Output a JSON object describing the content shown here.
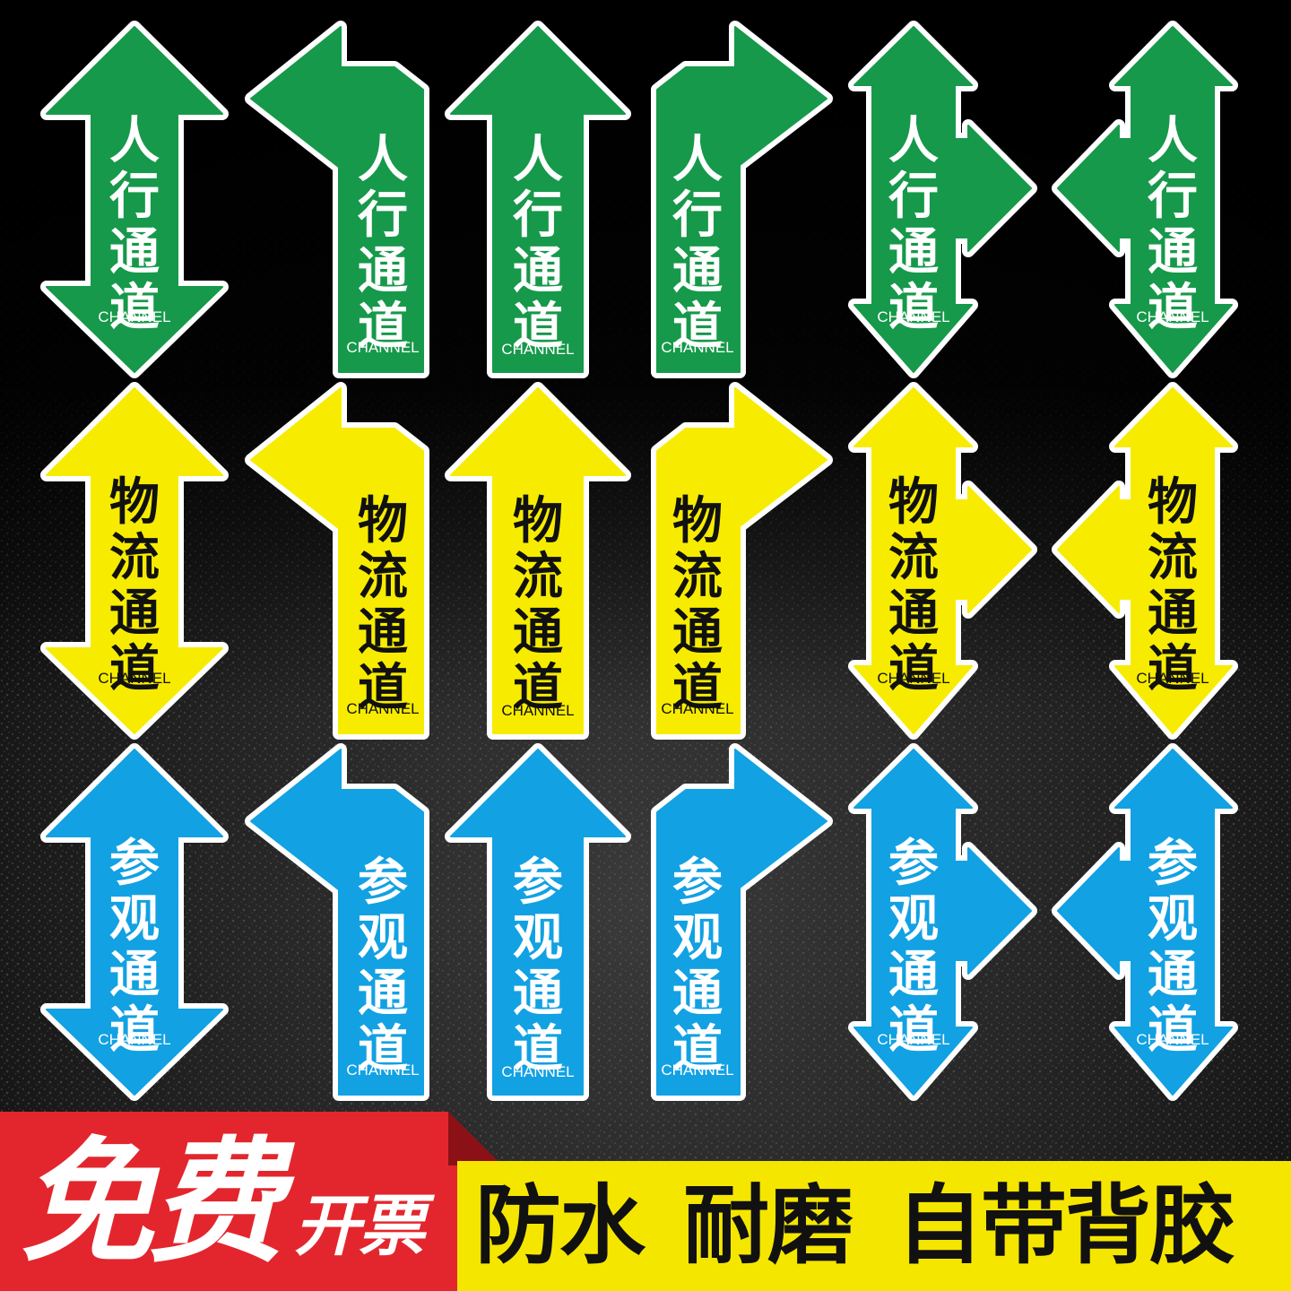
{
  "colors": {
    "green": "#16994a",
    "yellow": "#f7ec00",
    "blue": "#12a1e3",
    "outline": "#ffffff",
    "red_banner": "#e3262d",
    "yellow_banner": "#f5e600",
    "asphalt": "#1a1a1a"
  },
  "rows": [
    {
      "name": "green",
      "title": "人行通道",
      "sub": "CHANNEL",
      "fill": "#16994a",
      "text_color": "#ffffff"
    },
    {
      "name": "yellow",
      "title": "物流通道",
      "sub": "CHANNEL",
      "fill": "#f7ec00",
      "text_color": "#111111"
    },
    {
      "name": "blue",
      "title": "参观通道",
      "sub": "CHANNEL",
      "fill": "#12a1e3",
      "text_color": "#ffffff"
    }
  ],
  "arrow_types": [
    "up-down",
    "turn-left",
    "straight-up",
    "turn-right",
    "up-down-right",
    "up-down-left"
  ],
  "banner": {
    "free_big": "免费",
    "free_small": "开票",
    "features": [
      "防水",
      "耐磨",
      "自带背胶"
    ]
  }
}
